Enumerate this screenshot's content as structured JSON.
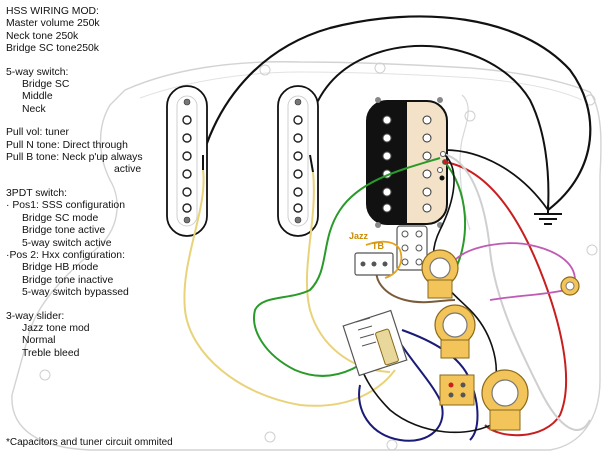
{
  "notes": {
    "title": "HSS WIRING MOD:",
    "pots": [
      "Master volume 250k",
      "Neck tone 250k",
      "Bridge SC tone250k"
    ],
    "switch5_heading": "5-way switch:",
    "switch5_positions": [
      "Bridge SC",
      "Middle",
      "Neck"
    ],
    "pull_lines": [
      "Pull vol: tuner",
      "Pull N tone: Direct through",
      "Pull B tone: Neck p'up always"
    ],
    "pull_cont": "active",
    "pdt_heading": "3PDT switch:",
    "pos1_heading": "· Pos1: SSS configuration",
    "pos1_items": [
      "Bridge SC mode",
      "Bridge tone active",
      "5-way switch active"
    ],
    "pos2_heading": "·Pos 2: Hxx configuration:",
    "pos2_items": [
      "Bridge HB mode",
      "Bridge tone inactive",
      "5-way switch bypassed"
    ],
    "slider_heading": "3-way slider:",
    "slider_items": [
      "Jazz tone mod",
      "Normal",
      "Treble bleed"
    ]
  },
  "labels": {
    "jazz": "Jazz",
    "tb": "TB"
  },
  "footnote": "*Capacitors and tuner circuit ommited"
}
